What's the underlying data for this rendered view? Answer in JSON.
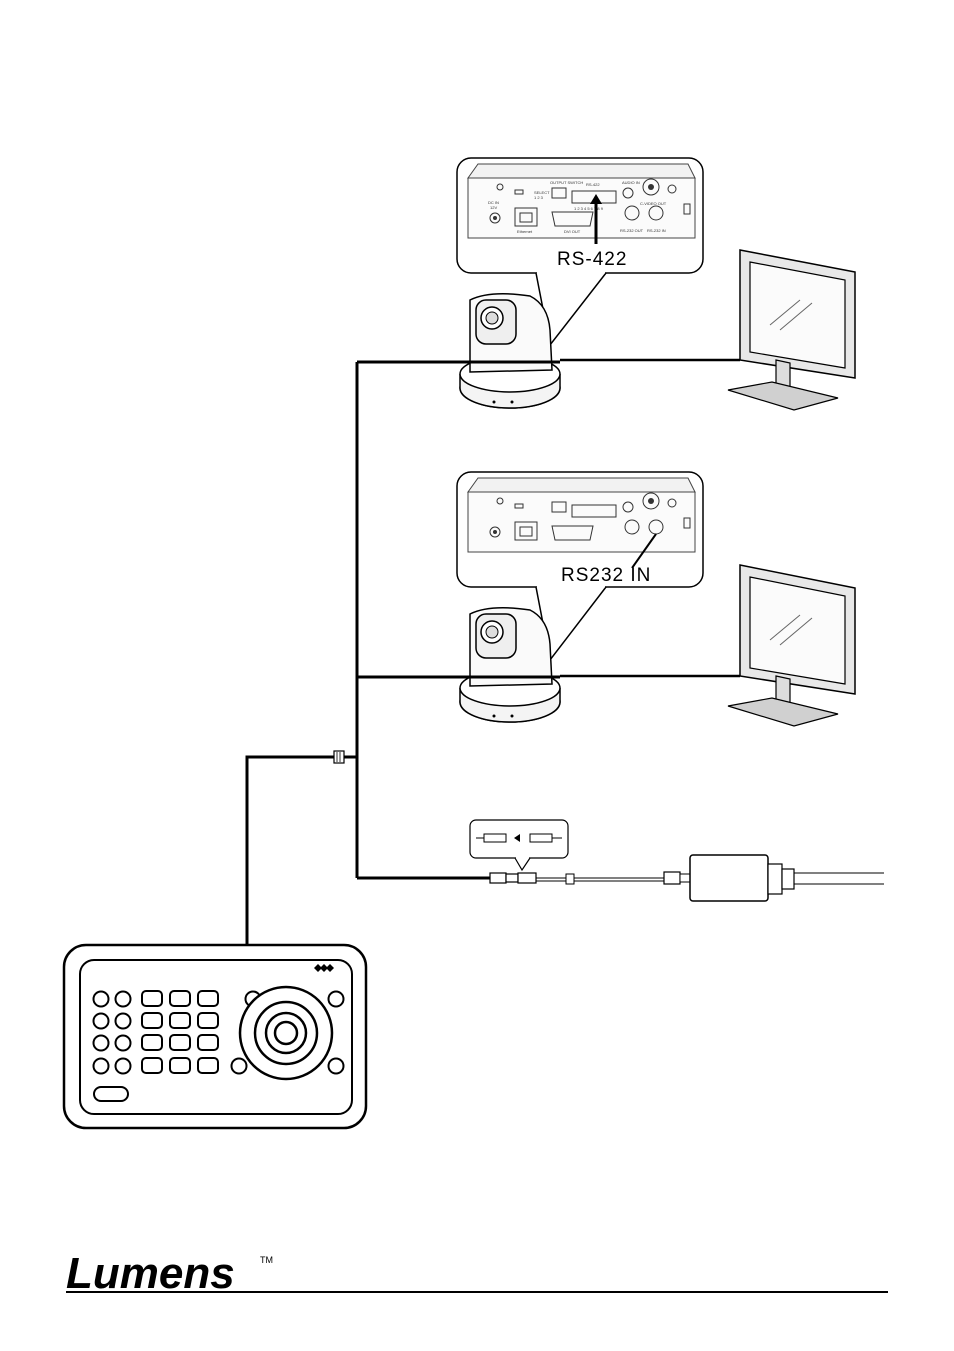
{
  "diagram": {
    "callouts": {
      "top": "RS-422",
      "middle": "RS232 IN"
    },
    "panel_labels": {
      "dc_in": "DC IN",
      "volt": "12V",
      "select": "SELECT",
      "select_pos": "1 2 3",
      "output_switch": "OUTPUT SWITCH",
      "rs422": "RS-422",
      "rs422_pins": "1 2 3 4 5 6 7 8 9",
      "audio_in": "AUDIO IN",
      "cvideo_out": "C-VIDEO OUT",
      "ethernet": "Ethernet",
      "dvi_out": "DVI OUT",
      "rs232_out": "RS-232 OUT",
      "rs232_in": "RS-232 IN"
    }
  },
  "footer": {
    "logo": "Lumens",
    "trademark": "TM"
  },
  "colors": {
    "line": "#000000",
    "monitor_screen": "#f4f4f4",
    "device_gray": "#e6e6e6"
  }
}
